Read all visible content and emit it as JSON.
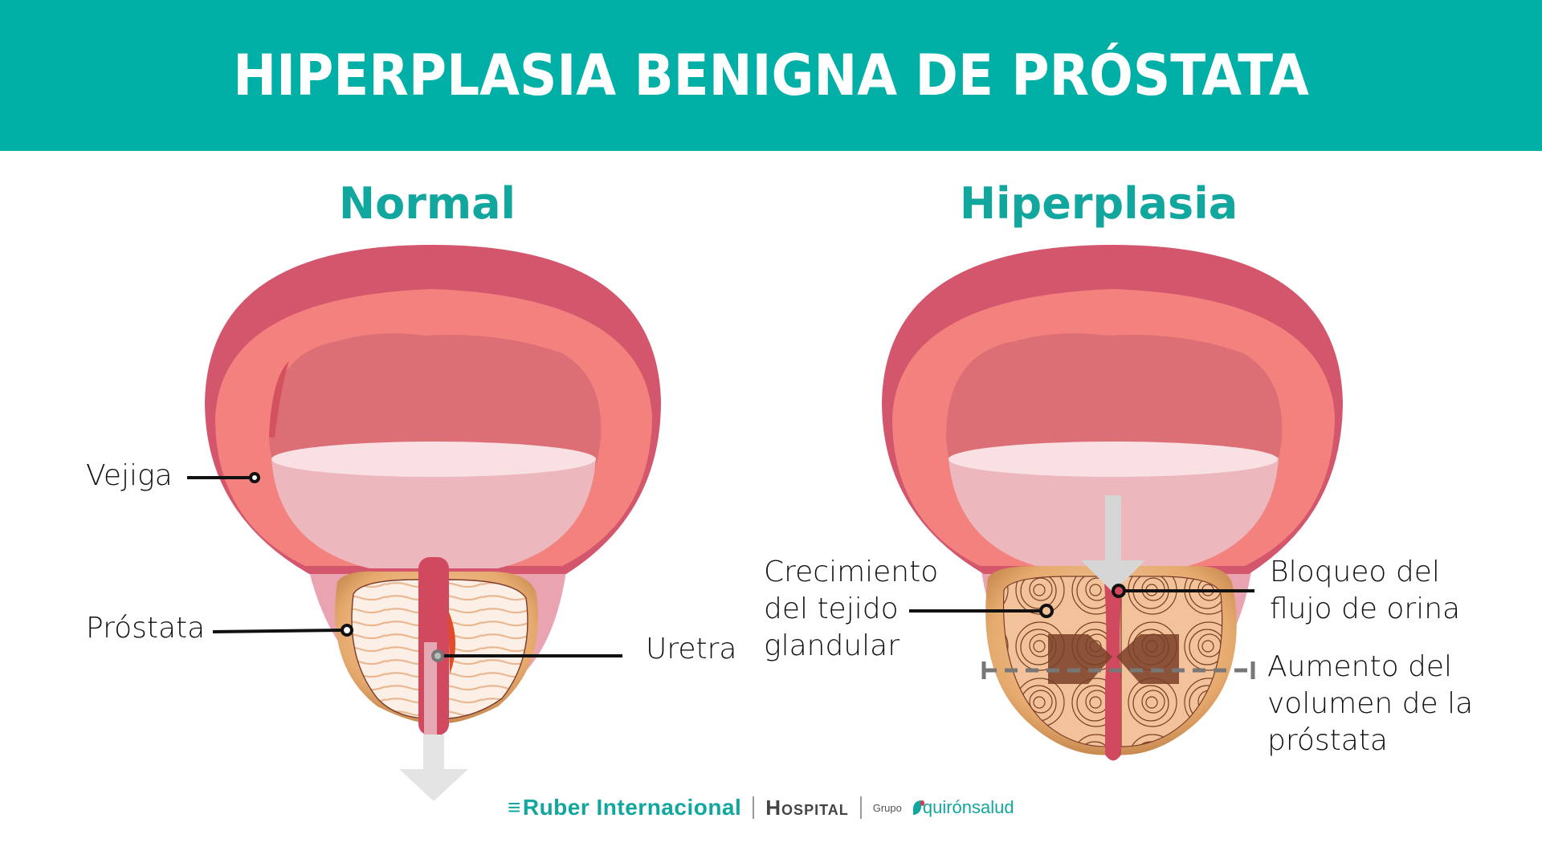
{
  "header": {
    "title": "HIPERPLASIA BENIGNA DE PRÓSTATA"
  },
  "panels": {
    "normal": {
      "title": "Normal",
      "labels": {
        "bladder": "Vejiga",
        "prostate": "Próstata",
        "urethra": "Uretra"
      }
    },
    "hyperplasia": {
      "title": "Hiperplasia",
      "labels": {
        "growth": "Crecimiento\ndel tejido\nglandular",
        "blockage": "Bloqueo del\nflujo de orina",
        "volume": "Aumento del\nvolumen de la\npróstata"
      }
    }
  },
  "footer": {
    "brand": "Ruber Internacional",
    "hospital": "Hospital",
    "group_prefix": "Grupo",
    "group_name": "quirónsalud"
  },
  "colors": {
    "banner": "#00b0a6",
    "accent_text": "#12a79e",
    "bladder_outer": "#d4566c",
    "bladder_wall": "#f3827e",
    "bladder_inner": "#dc6e76",
    "urine": "#ecb8bd",
    "prostate": "#e8b07a",
    "urethra": "#d1495e",
    "flow_arrow": "#dcdcdc"
  }
}
